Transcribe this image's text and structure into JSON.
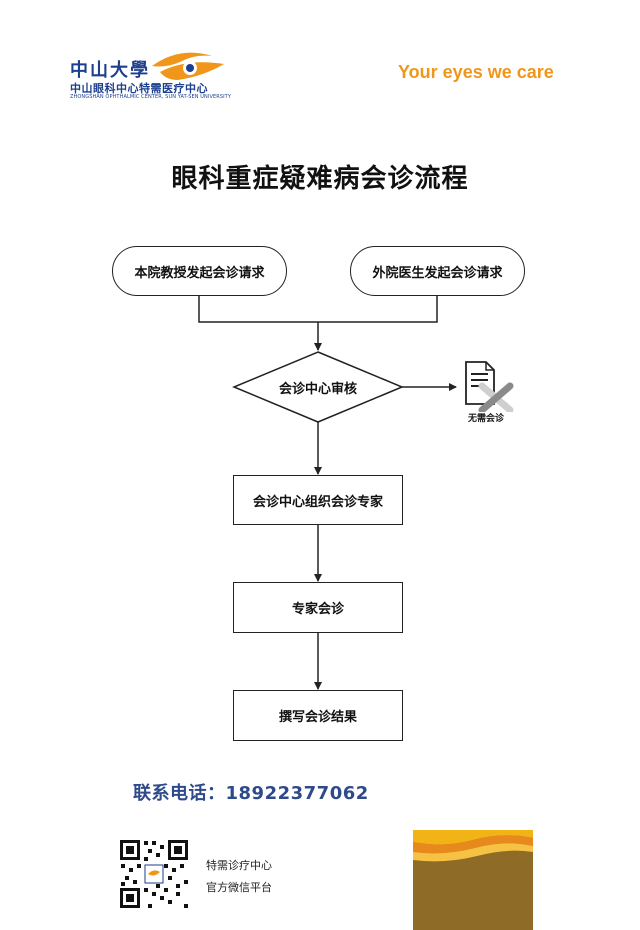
{
  "header": {
    "university_name": "中山大學",
    "center_name": "中山眼科中心特需医疗中心",
    "center_name_en": "ZHONGSHAN OPHTHALMIC CENTER, SUN YAT-SEN UNIVERSITY",
    "slogan": "Your eyes we care"
  },
  "title": "眼科重症疑难病会诊流程",
  "flow": {
    "start_left": "本院教授发起会诊请求",
    "start_right": "外院医生发起会诊请求",
    "review": "会诊中心审核",
    "no_consult": "无需会诊",
    "organize": "会诊中心组织会诊专家",
    "expert": "专家会诊",
    "report": "撰写会诊结果"
  },
  "contact": {
    "text": "联系电话：18922377062"
  },
  "footer": {
    "qr_line1": "特需诊疗中心",
    "qr_line2": "官方微信平台"
  },
  "colors": {
    "brand_blue": "#1d3f8f",
    "slogan_orange": "#f0961a",
    "contact_blue": "#2f4a8a",
    "deco_yellow": "#f2b316",
    "deco_orange": "#e8891d",
    "deco_brown": "#8e6b26"
  }
}
